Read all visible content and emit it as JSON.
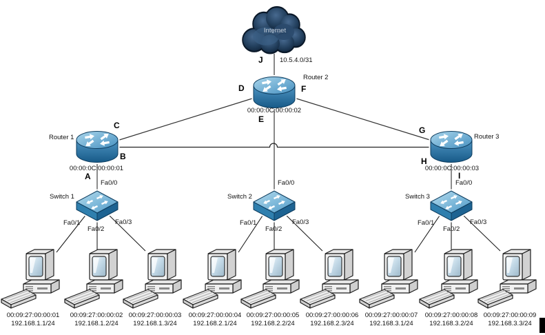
{
  "diagram": {
    "internet": {
      "label": "Internet"
    },
    "wan_link": {
      "point": "J",
      "network": "10.5.4.0/31"
    },
    "routers": [
      {
        "name": "Router 1",
        "mac": "00:00:0C:00:00:01",
        "point_top": "C",
        "point_side": "B",
        "point_bottom": "A"
      },
      {
        "name": "Router 2",
        "mac": "00:00:0C:00:00:02",
        "point_left": "D",
        "point_right": "F",
        "point_bottom": "E"
      },
      {
        "name": "Router 3",
        "mac": "00:00:0C:00:00:03",
        "point_top": "G",
        "point_side": "H",
        "point_bottom": "I"
      }
    ],
    "switches": [
      {
        "name": "Switch 1",
        "uplink_port": "Fa0/0",
        "port_left": "Fa0/1",
        "port_mid": "Fa0/2",
        "port_right": "Fa0/3"
      },
      {
        "name": "Switch 2",
        "uplink_port": "Fa0/0",
        "port_left": "Fa0/1",
        "port_mid": "Fa0/2",
        "port_right": "Fa0/3"
      },
      {
        "name": "Switch 3",
        "uplink_port": "Fa0/0",
        "port_left": "Fa0/1",
        "port_mid": "Fa0/2",
        "port_right": "Fa0/3"
      }
    ],
    "hosts": [
      {
        "mac": "00:09:27:00:00:01",
        "ip": "192.168.1.1/24"
      },
      {
        "mac": "00:09:27:00:00:02",
        "ip": "192.168.1.2/24"
      },
      {
        "mac": "00:09:27:00:00:03",
        "ip": "192.168.1.3/24"
      },
      {
        "mac": "00:09:27:00:00:04",
        "ip": "192.168.2.1/24"
      },
      {
        "mac": "00:09:27:00:00:05",
        "ip": "192.168.2.2/24"
      },
      {
        "mac": "00:09:27:00:00:06",
        "ip": "192.168.2.3/24"
      },
      {
        "mac": "00:09:27:00:00:07",
        "ip": "192.168.3.1/24"
      },
      {
        "mac": "00:09:27:00:00:08",
        "ip": "192.168.3.2/24"
      },
      {
        "mac": "00:09:27:00:00:09",
        "ip": "192.168.3.3/24"
      }
    ],
    "icons": {
      "cloud": "internet-cloud-icon",
      "router": "cisco-router-icon",
      "switch": "cisco-switch-icon",
      "host": "desktop-pc-icon"
    },
    "colors": {
      "device_blue": "#4a90bd",
      "device_blue_dark": "#1d6392",
      "cloud_navy": "#16324f",
      "link_gray": "#7a7a7a",
      "link_dark": "#333333"
    }
  }
}
